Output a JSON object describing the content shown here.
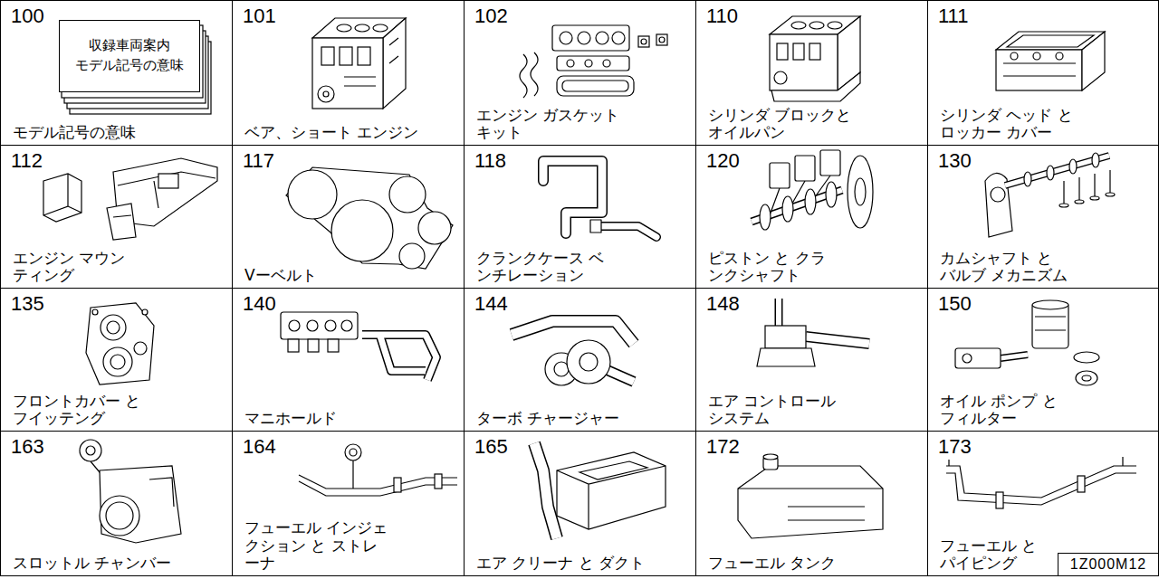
{
  "diagram": {
    "nodes": [
      {
        "text": [
          "100",
          "モデル記号の意味"
        ]
      },
      {
        "text": [
          "収録車両案内",
          "モデル記号の意味"
        ],
        "in": 0
      },
      {
        "text": [
          "101",
          "ベア、ショート エンジン"
        ]
      },
      {
        "text": [
          "102",
          "エンジン ガスケット キット"
        ]
      },
      {
        "text": [
          "110",
          "シリンダ ブロックと オイルパン"
        ]
      },
      {
        "text": [
          "111",
          "シリンダ ヘッド と ロッカー カバー"
        ]
      },
      {
        "text": [
          "112",
          "エンジン マウンティング"
        ]
      },
      {
        "text": [
          "117",
          "Vーベルト"
        ]
      },
      {
        "text": [
          "118",
          "クランクケース ベンチレーション"
        ]
      },
      {
        "text": [
          "120",
          "ピストン と クランクシャフト"
        ]
      },
      {
        "text": [
          "130",
          "カムシャフト と バルブ メカニズム"
        ]
      },
      {
        "text": [
          "135",
          "フロントカバー と フイッテング"
        ]
      },
      {
        "text": [
          "140",
          "マニホールド"
        ]
      },
      {
        "text": [
          "144",
          "ターボ チャージャー"
        ]
      },
      {
        "text": [
          "148",
          "エア コントロール システム"
        ]
      },
      {
        "text": [
          "150",
          "オイル ポンプ と フィルター"
        ]
      },
      {
        "text": [
          "163",
          "スロットル チャンバー"
        ]
      },
      {
        "text": [
          "164",
          "フューエル インジェクション と ストレーナ"
        ]
      },
      {
        "text": [
          "165",
          "エア クリーナ と ダクト"
        ]
      },
      {
        "text": [
          "172",
          "フューエル タンク"
        ]
      },
      {
        "text": [
          "173",
          "フューエル と パイピング"
        ]
      },
      {
        "text": [
          "1Z000M12"
        ]
      }
    ]
  }
}
